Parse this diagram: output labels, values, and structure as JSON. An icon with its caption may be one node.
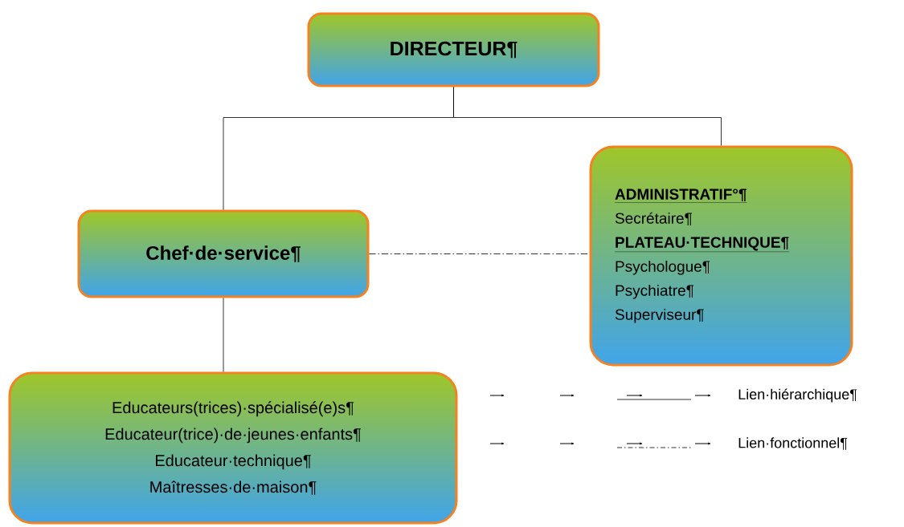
{
  "diagram": {
    "nodes": [
      {
        "text": [
          "DIRECTEUR¶"
        ]
      },
      {
        "text": [
          "Chef·de·service¶"
        ]
      },
      {
        "text": [
          "ADMINISTRATIF°¶",
          "Secrétaire¶",
          "PLATEAU·TECHNIQUE¶",
          "Psychologue¶",
          "Psychiatre¶",
          "Superviseur¶"
        ]
      },
      {
        "text": [
          "Educateurs(trices)·spécialisé(e)s¶",
          "Educateur(trice)·de·jeunes·enfants¶",
          "Educateur·technique¶",
          "Maîtresses·de·maison¶"
        ]
      }
    ],
    "edges": [
      {
        "from": 0,
        "to": 1,
        "arrow": "none"
      },
      {
        "from": 0,
        "to": 2,
        "arrow": "none"
      },
      {
        "from": 1,
        "to": 3,
        "arrow": "none"
      },
      {
        "from": 1,
        "to": 2,
        "arrow": "none",
        "style": "dashed"
      }
    ],
    "legend": [
      {
        "text": "Lien·hiérarchique¶"
      },
      {
        "text": "Lien·fonctionnel¶"
      }
    ]
  }
}
